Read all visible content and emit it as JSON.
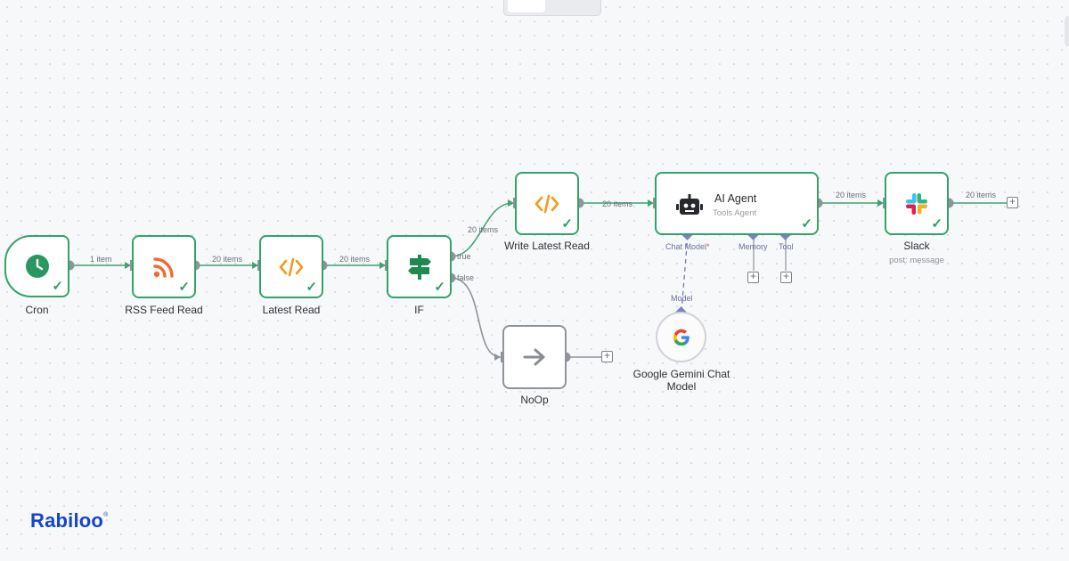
{
  "colors": {
    "success_green": "#33a36b",
    "edge_green": "#3aa571",
    "edge_gray": "#8f939b",
    "ai_purple": "#7d81bf",
    "brand_blue": "#1546c8"
  },
  "nodes": {
    "cron": {
      "name": "Cron",
      "icon": "clock-icon"
    },
    "rss": {
      "name": "RSS Feed Read",
      "icon": "rss-icon"
    },
    "latest_read": {
      "name": "Latest Read",
      "icon": "code-icon"
    },
    "if": {
      "name": "IF",
      "icon": "signpost-icon",
      "true_label": "true",
      "false_label": "false"
    },
    "write_latest_read": {
      "name": "Write Latest Read",
      "icon": "code-icon"
    },
    "noop": {
      "name": "NoOp",
      "icon": "arrow-right-icon"
    },
    "ai_agent": {
      "name": "AI Agent",
      "subtitle": "Tools Agent",
      "icon": "robot-icon",
      "ports": {
        "chat_model": "Chat Model",
        "required_mark": "*",
        "memory": "Memory",
        "tool": "Tool"
      }
    },
    "gemini": {
      "name_line1": "Google Gemini Chat",
      "name_line2": "Model",
      "port": "Model",
      "icon": "google-icon"
    },
    "slack": {
      "name": "Slack",
      "subtitle": "post: message",
      "icon": "slack-icon"
    }
  },
  "edges": {
    "cron_rss": "1 item",
    "rss_latest": "20 items",
    "latest_if": "20 items",
    "if_write": "20 items",
    "write_agent": "20 items",
    "agent_slack": "20 items",
    "slack_out": "20 items"
  },
  "brand": {
    "name": "Rabiloo",
    "mark": "®"
  }
}
